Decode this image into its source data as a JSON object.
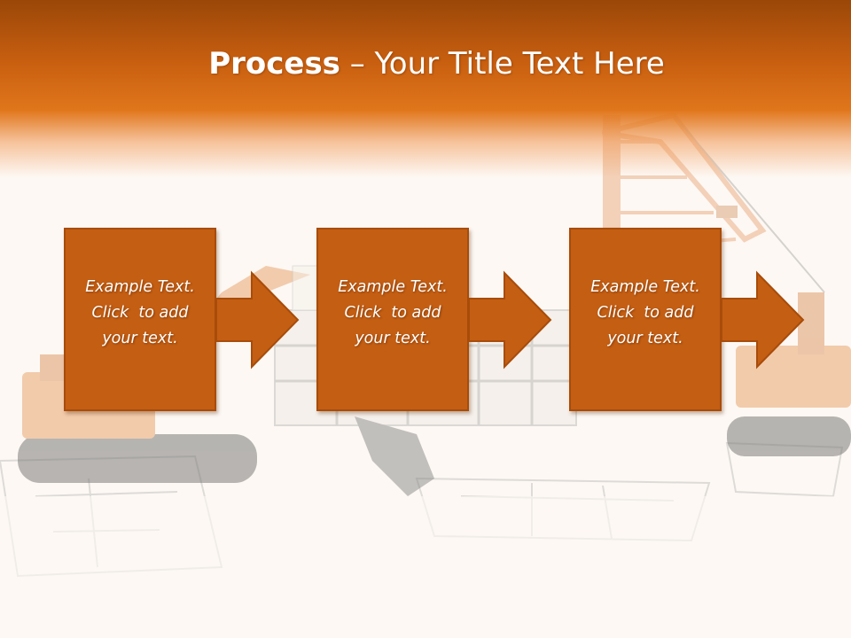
{
  "slide": {
    "title_strong": "Process",
    "title_rest": " – Your Title Text Here"
  },
  "steps": [
    {
      "line1": "Example Text.",
      "line2": "Click  to add",
      "line3": "your text."
    },
    {
      "line1": "Example Text.",
      "line2": "Click  to add",
      "line3": "your text."
    },
    {
      "line1": "Example Text.",
      "line2": "Click  to add",
      "line3": "your text."
    }
  ],
  "colors": {
    "header_dark": "#9a4708",
    "header_mid": "#e0761b",
    "box_fill": "#c45e12",
    "box_border": "#a84c0a",
    "background": "#fdf8f4"
  }
}
